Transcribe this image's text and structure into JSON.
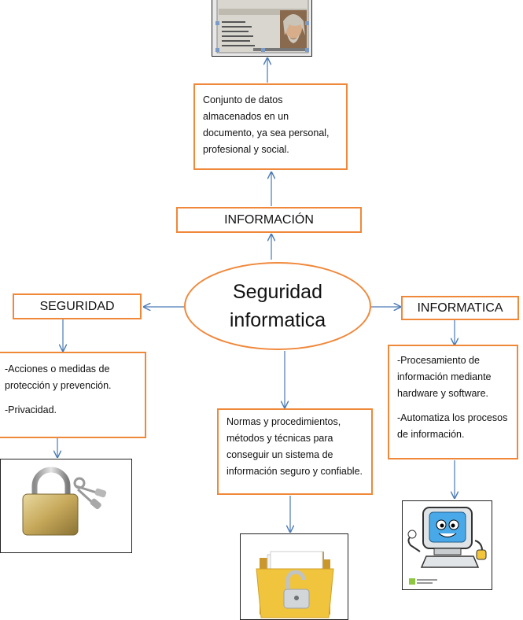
{
  "center": {
    "line1": "Seguridad",
    "line2": "informatica"
  },
  "informacion": {
    "label": "INFORMACIÓN",
    "description": "Conjunto de datos almacenados en un documento, ya sea personal, profesional y social."
  },
  "seguridad": {
    "label": "SEGURIDAD",
    "points": [
      "-Acciones o medidas de protección y prevención.",
      "-Privacidad."
    ]
  },
  "informatica": {
    "label": "INFORMATICA",
    "points": [
      "-Procesamiento de información mediante hardware y software.",
      "-Automatiza los procesos de información."
    ]
  },
  "center_detail": {
    "description": "Normas y procedimientos, métodos y técnicas para conseguir un sistema de información seguro y confiable."
  },
  "colors": {
    "box_border": "#f0883a",
    "arrow": "#4a7ab5"
  },
  "images": {
    "top": "id-card-photo",
    "left": "padlock-with-keys",
    "center": "folder-with-open-lock",
    "right": "cartoon-computer"
  }
}
